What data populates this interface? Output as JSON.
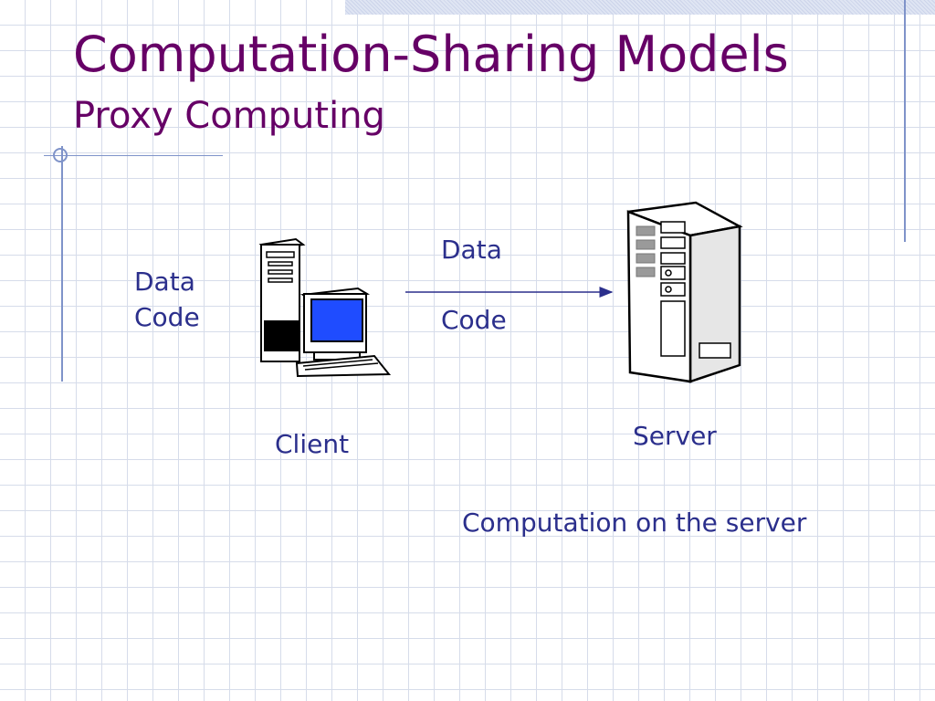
{
  "slide": {
    "title": "Computation-Sharing Models",
    "subtitle": "Proxy Computing"
  },
  "diagram": {
    "client_text": {
      "line1": "Data",
      "line2": "Code"
    },
    "arrow_text": {
      "line1": "Data",
      "line2": "Code"
    },
    "client_label": "Client",
    "server_label": "Server",
    "caption": "Computation on the server"
  },
  "colors": {
    "title": "#660066",
    "body_text": "#2b2f8c",
    "grid": "#d6dcea",
    "accent_line": "#7f93c9",
    "screen": "#1f4cff"
  },
  "icons": [
    "client-computer-icon",
    "server-tower-icon",
    "arrow-right-icon"
  ]
}
